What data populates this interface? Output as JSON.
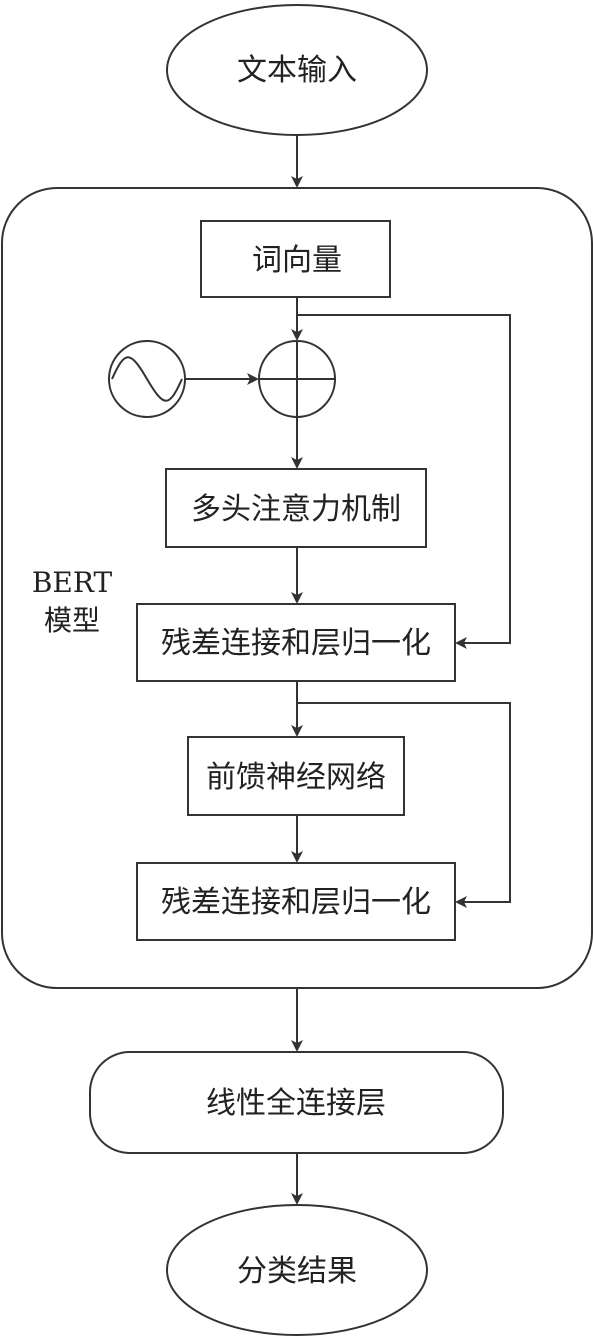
{
  "nodes": {
    "text_input": "文本输入",
    "word_vector": "词向量",
    "multi_head_attention": "多头注意力机制",
    "residual_norm_1": "残差连接和层归一化",
    "feed_forward": "前馈神经网络",
    "residual_norm_2": "残差连接和层归一化",
    "linear_fc": "线性全连接层",
    "result": "分类结果"
  },
  "bert_label": {
    "line1": "BERT",
    "line2": "模型"
  },
  "colors": {
    "stroke": "#333333",
    "text": "#222222",
    "background": "#ffffff"
  }
}
